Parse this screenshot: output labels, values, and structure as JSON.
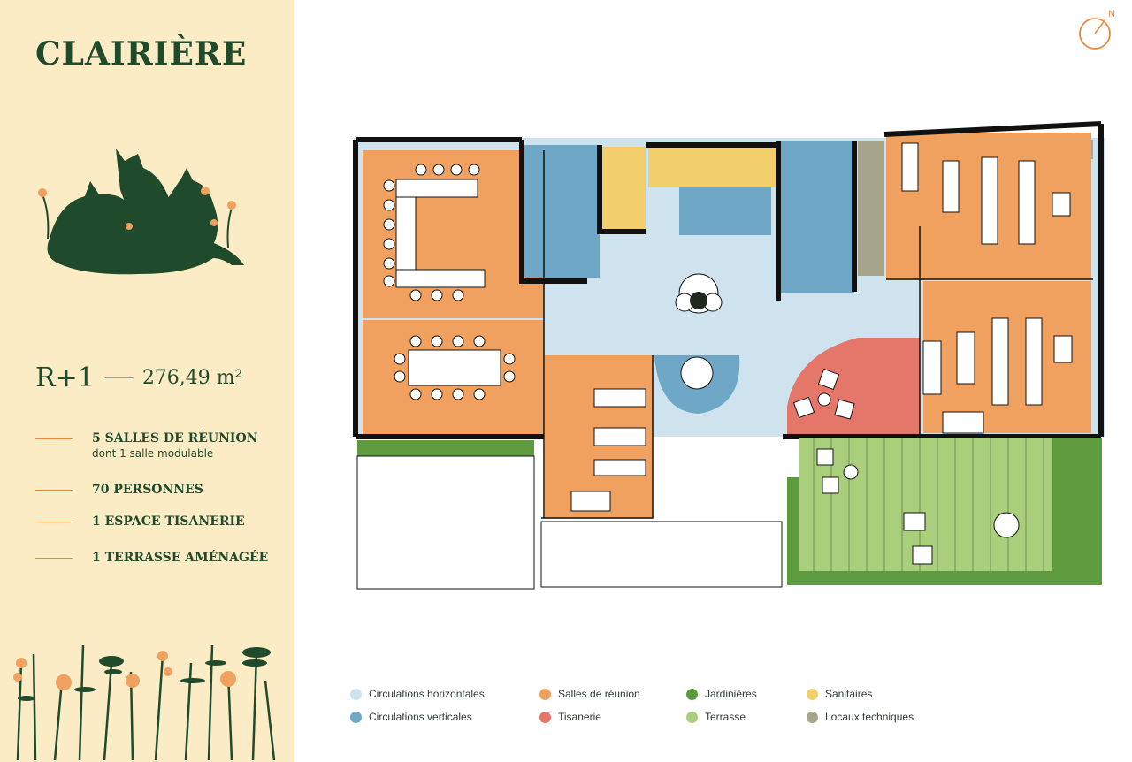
{
  "sidebar": {
    "title": "CLAIRIÈRE",
    "level": "R+1",
    "area": "276,49 m²",
    "facts": [
      {
        "main": "5 SALLES DE RÉUNION",
        "sub": "dont 1 salle modulable"
      },
      {
        "main": "70 PERSONNES",
        "sub": ""
      },
      {
        "main": "1 ESPACE TISANERIE",
        "sub": ""
      },
      {
        "main": "1 TERRASSE AMÉNAGÉE",
        "sub": ""
      }
    ]
  },
  "compass": {
    "label": "N"
  },
  "legend": [
    {
      "label": "Circulations horizontales",
      "color": "#cfe3ef"
    },
    {
      "label": "Circulations verticales",
      "color": "#6fa8c7"
    },
    {
      "label": "Salles de réunion",
      "color": "#f0a160"
    },
    {
      "label": "Tisanerie",
      "color": "#e5766a"
    },
    {
      "label": "Jardinières",
      "color": "#5e9b3f"
    },
    {
      "label": "Terrasse",
      "color": "#a9cf7c"
    },
    {
      "label": "Sanitaires",
      "color": "#f3cf6b"
    },
    {
      "label": "Locaux techniques",
      "color": "#a8a58d"
    }
  ],
  "colors": {
    "sidebar_bg": "#fbecc6",
    "brand_green": "#1f4a2b",
    "accent_orange": "#e9893f",
    "wall": "#111111"
  }
}
